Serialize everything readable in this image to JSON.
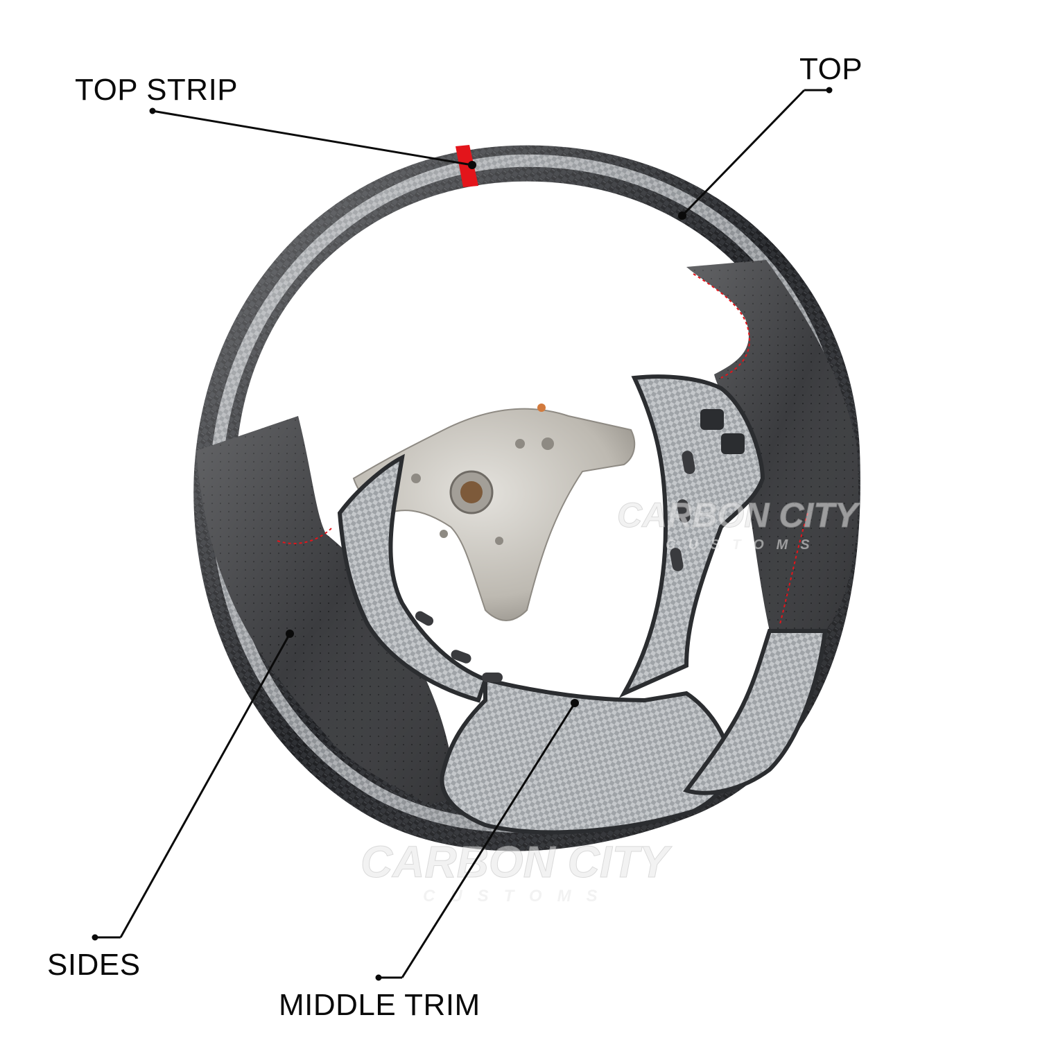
{
  "labels": {
    "top_strip": "TOP STRIP",
    "top": "TOP",
    "sides": "SIDES",
    "middle_trim": "MIDDLE TRIM"
  },
  "watermark": {
    "brand": "CARBON CITY",
    "sub": "CUSTOMS"
  },
  "colors": {
    "carbon_dark": "#2b2d30",
    "carbon_light": "#b9bcbf",
    "leather": "#3a3b3e",
    "accent_red": "#e3151b",
    "hub_metal": "#c9c6c0",
    "leader_line": "#0a0a0a"
  }
}
